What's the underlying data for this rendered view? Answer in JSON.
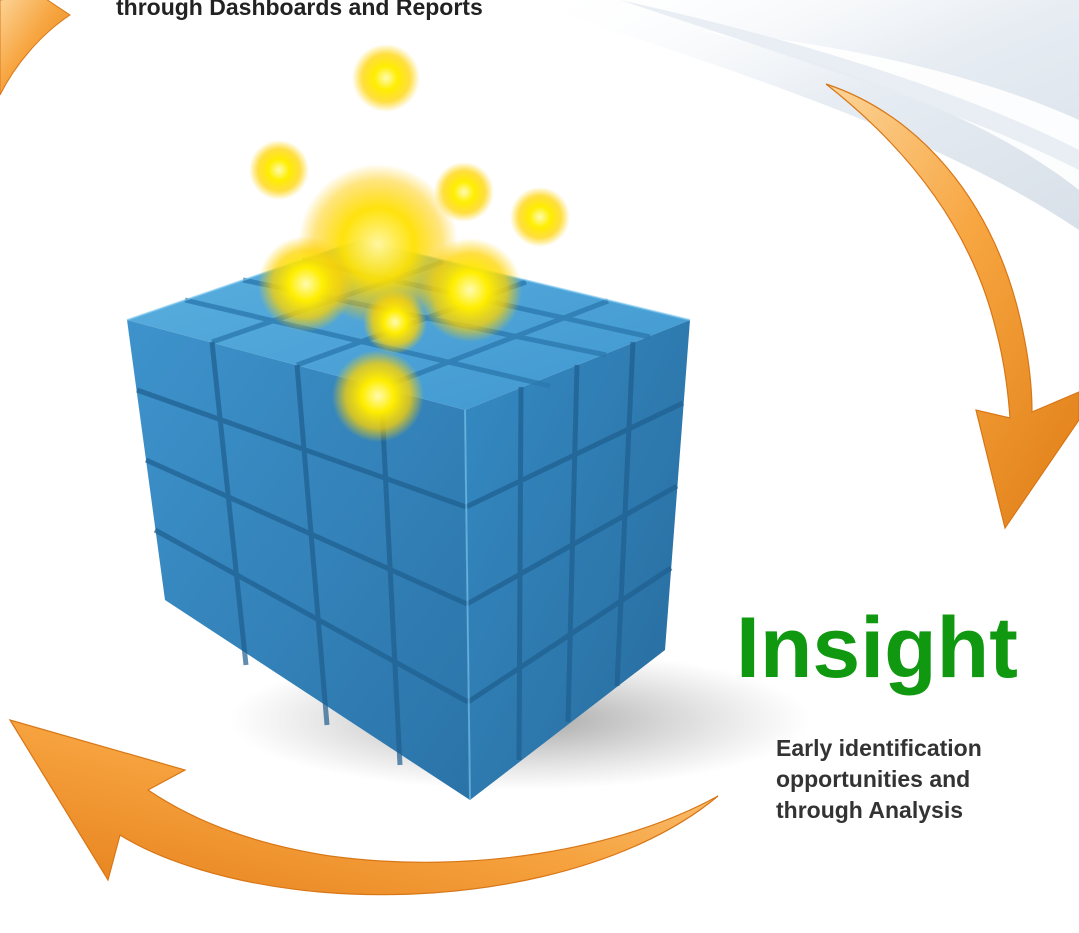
{
  "top_caption": {
    "text": "through Dashboards and Reports"
  },
  "insight": {
    "title": "Insight",
    "lines": [
      "Early identification",
      "opportunities and",
      "through Analysis"
    ]
  },
  "colors": {
    "title_green": "#109910",
    "arrow_orange": "#f29a2e",
    "cube_blue": "#3a8fc6",
    "glow_yellow": "#ffe600",
    "text_dark": "#222222"
  },
  "icons": {
    "cycle_arrows": "curved-arrow-icon",
    "data_cube": "cube-icon"
  }
}
